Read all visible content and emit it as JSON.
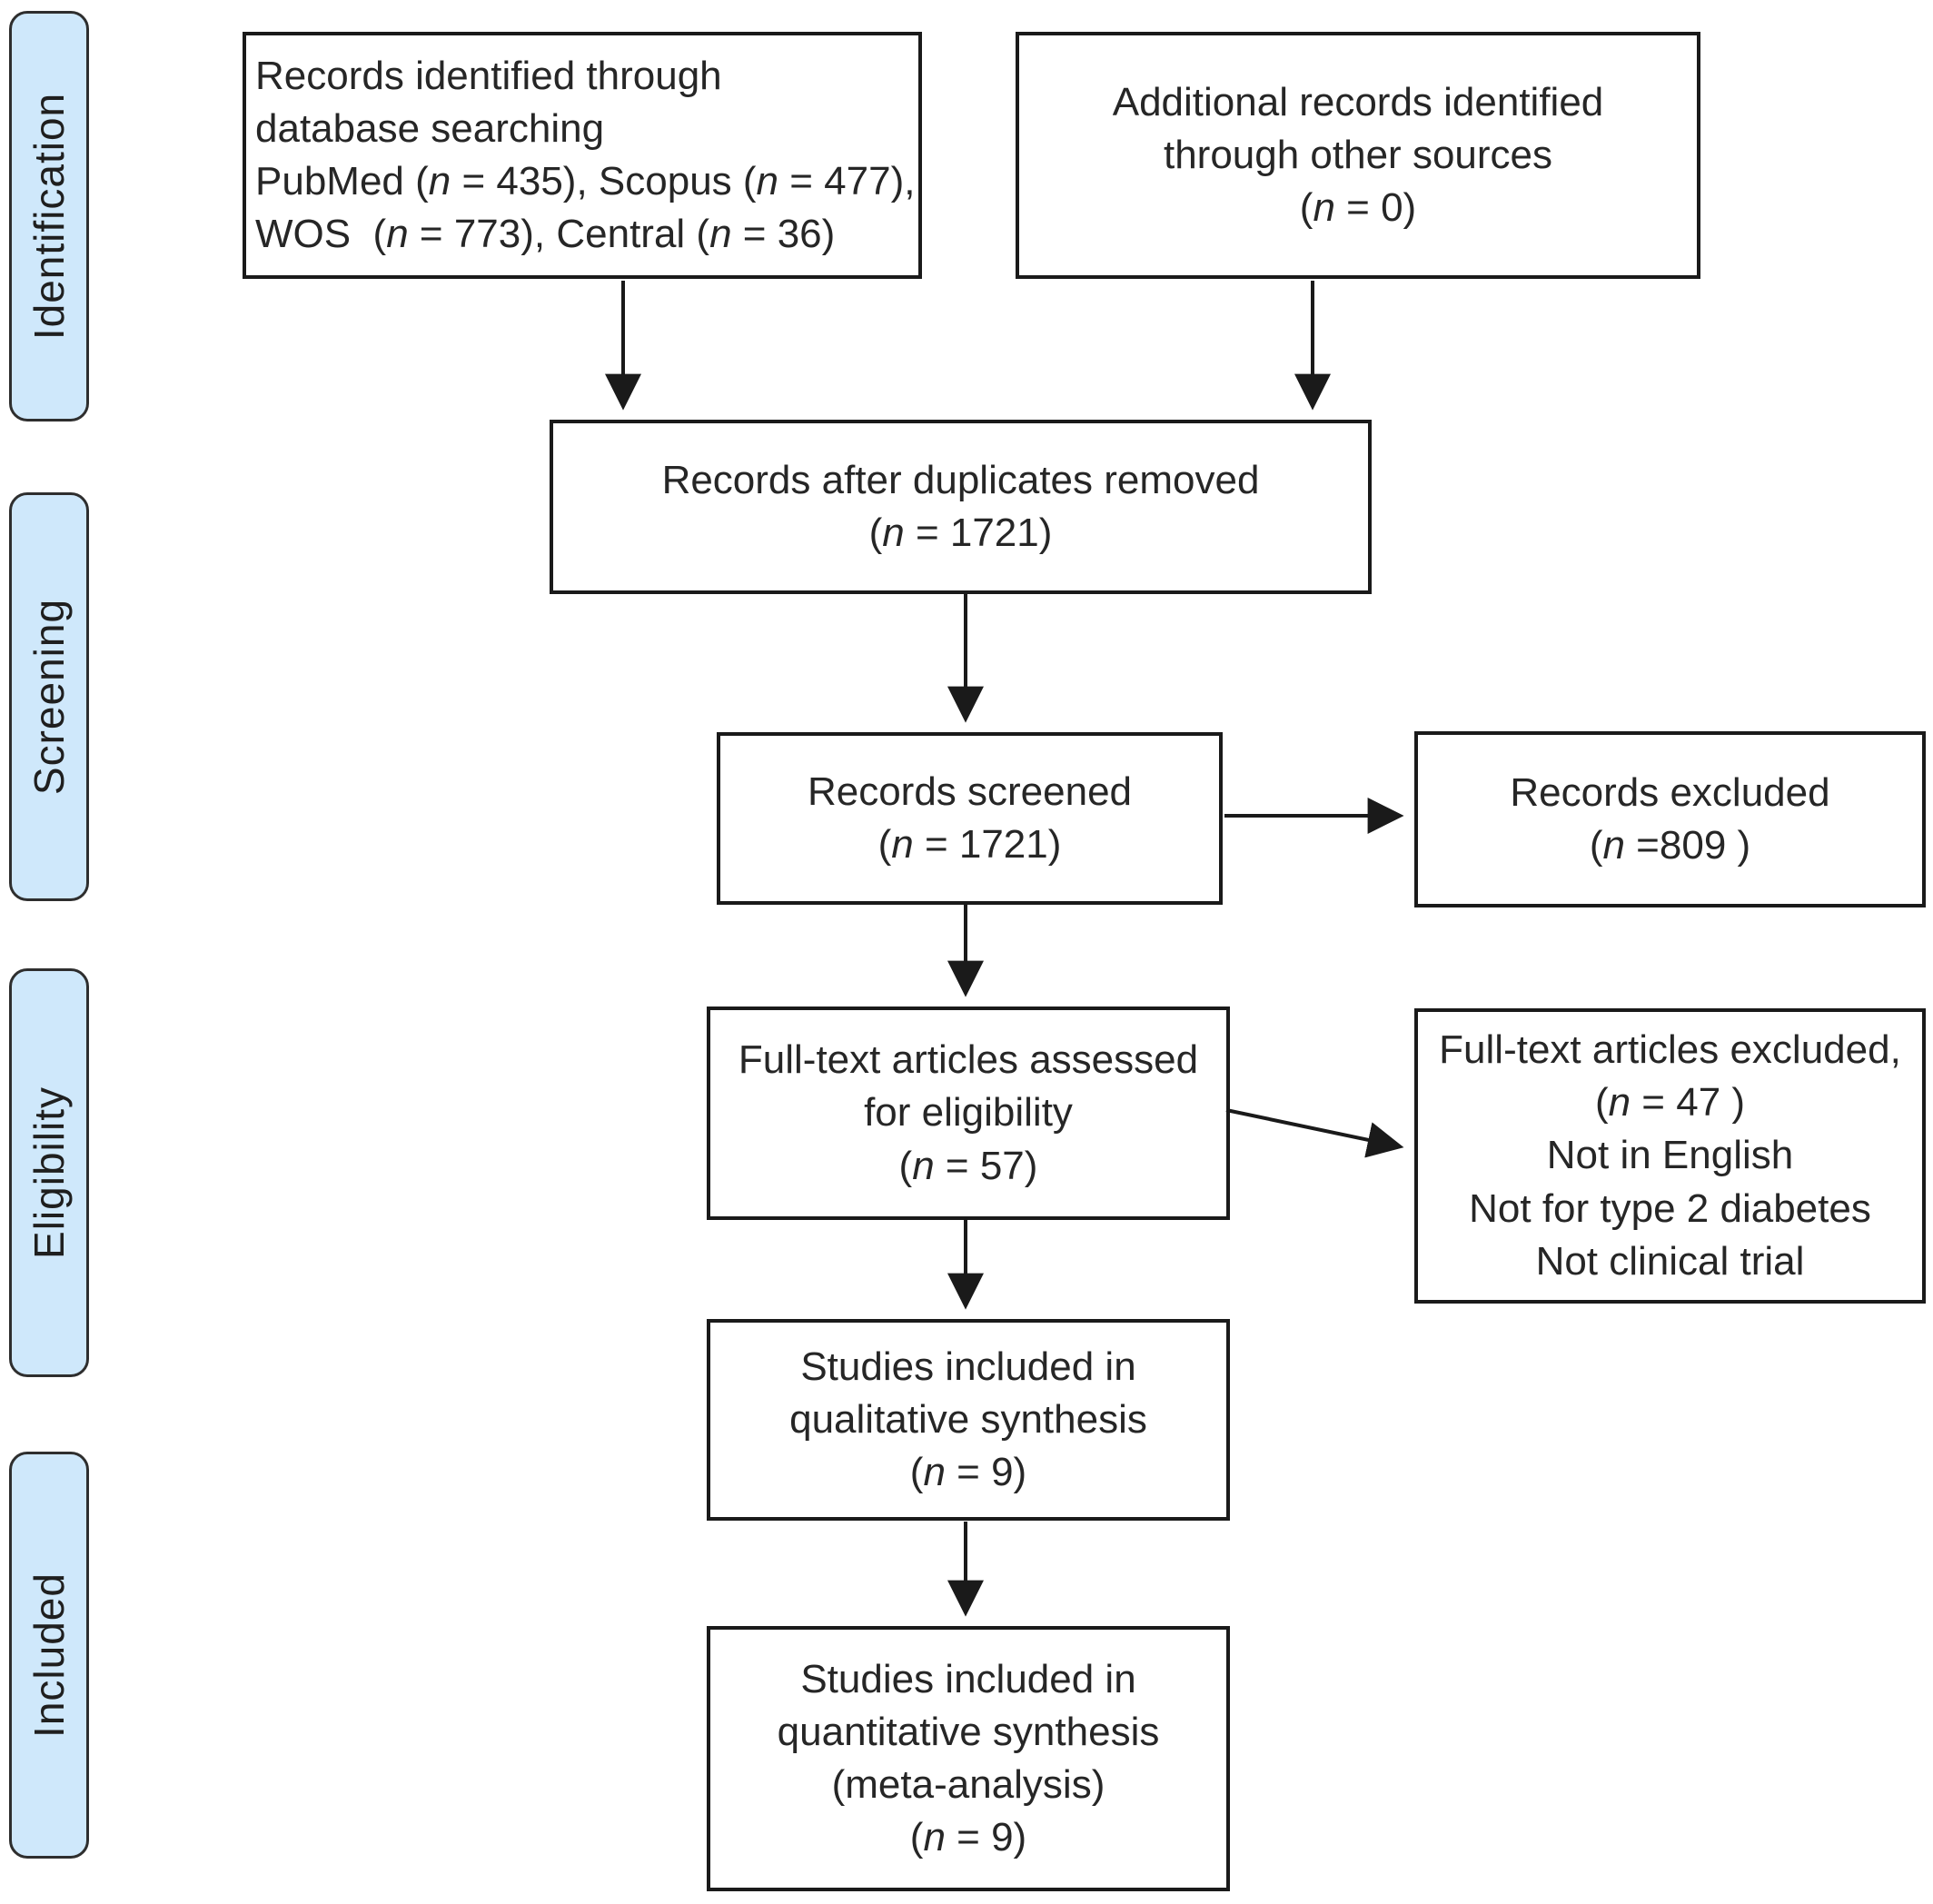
{
  "diagram": {
    "stages": [
      {
        "label": "Identification"
      },
      {
        "label": "Screening"
      },
      {
        "label": "Eligibility"
      },
      {
        "label": "Included"
      }
    ],
    "boxes": {
      "records_identified": {
        "lines": [
          "Records identified through",
          "database searching",
          "PubMed (n = 435), Scopus (n = 477),",
          "WOS  (n = 773), Central (n = 36)"
        ]
      },
      "additional_records": {
        "lines": [
          "Additional records identified",
          "through other sources",
          "(n = 0)"
        ]
      },
      "duplicates_removed": {
        "lines": [
          "Records after duplicates removed",
          "(n = 1721)"
        ]
      },
      "records_screened": {
        "lines": [
          "Records screened",
          "(n = 1721)"
        ]
      },
      "records_excluded": {
        "lines": [
          "Records excluded",
          "(n =809 )"
        ]
      },
      "fulltext_assessed": {
        "lines": [
          "Full-text articles assessed",
          "for eligibility",
          "(n = 57)"
        ]
      },
      "fulltext_excluded": {
        "lines": [
          "Full-text articles excluded,",
          "(n = 47 )",
          "Not in English",
          "Not for type 2 diabetes",
          "Not clinical trial"
        ]
      },
      "qualitative_synthesis": {
        "lines": [
          "Studies included in",
          "qualitative synthesis",
          "(n = 9)"
        ]
      },
      "quantitative_synthesis": {
        "lines": [
          "Studies included in",
          "quantitative synthesis",
          "(meta-analysis)",
          "(n = 9)"
        ]
      }
    },
    "colors": {
      "stage_fill": "#cfe8fb",
      "stage_border": "#2e2e2e",
      "box_border": "#1a1a1a",
      "text": "#262626",
      "arrow": "#1a1a1a"
    }
  }
}
